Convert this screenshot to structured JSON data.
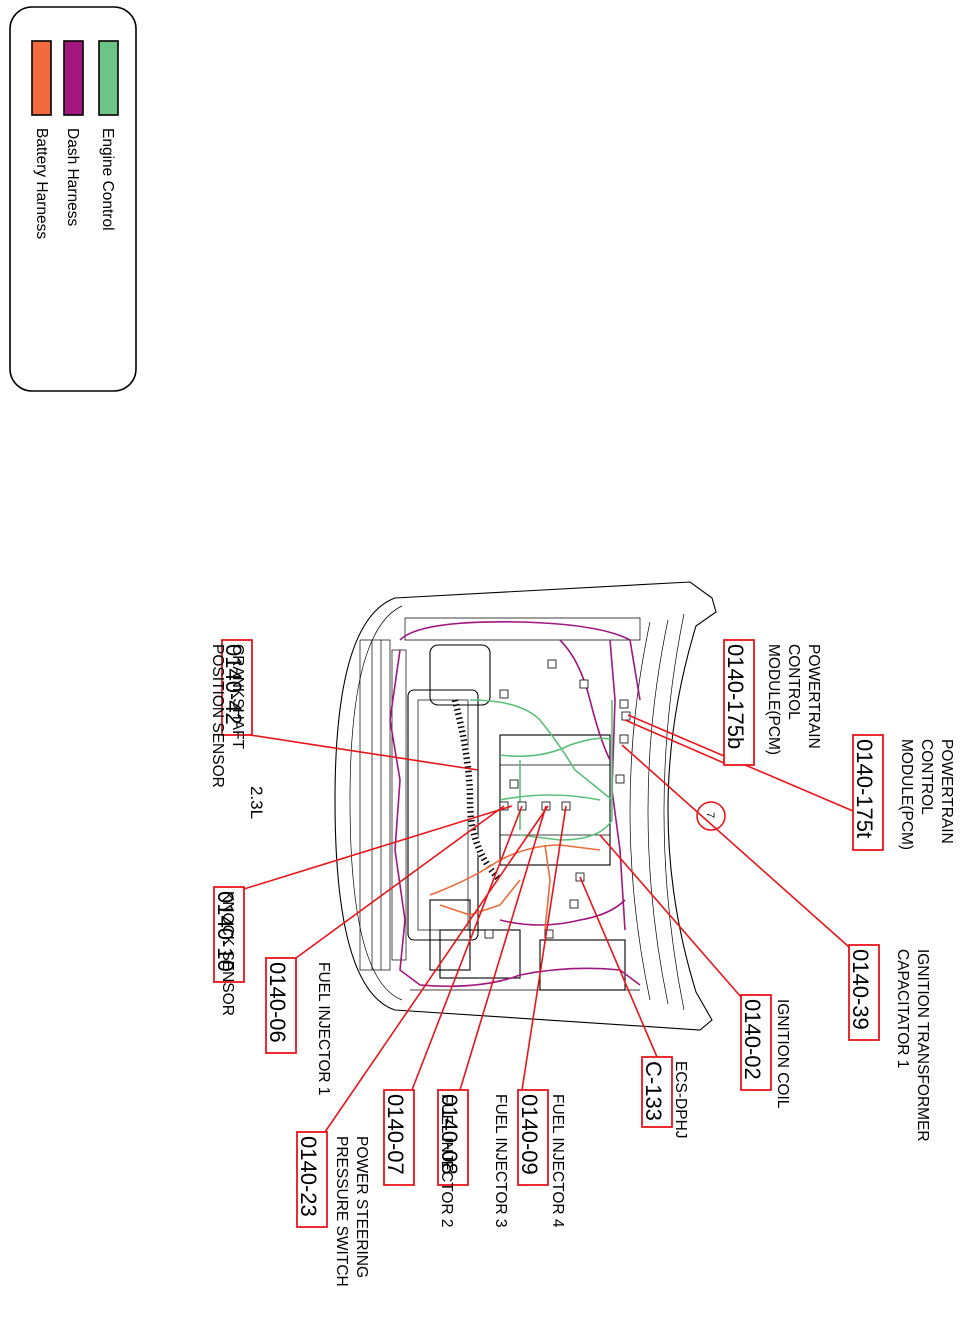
{
  "legend": {
    "items": [
      {
        "label": "Engine Control",
        "color": "#6cc487"
      },
      {
        "label": "Dash Harness",
        "color": "#a3177f"
      },
      {
        "label": "Battery Harness",
        "color": "#f26b3f"
      }
    ]
  },
  "engine_label": "2.3L",
  "circle_marker": "7",
  "callouts": [
    {
      "code": "0140-175t",
      "lines": [
        "POWERTRAIN",
        "CONTROL",
        "MODULE(PCM)"
      ]
    },
    {
      "code": "0140-175b",
      "lines": [
        "POWERTRAIN",
        "CONTROL",
        "MODULE(PCM)"
      ]
    },
    {
      "code": "0140-42",
      "lines": [
        "CRANKSHAFT",
        "POSITION SENSOR"
      ]
    },
    {
      "code": "0140-39",
      "lines": [
        "IGNITION TRANSFORMER",
        "CAPACITATOR 1"
      ]
    },
    {
      "code": "0140-02",
      "lines": [
        "IGNITION COIL"
      ]
    },
    {
      "code": "C-133",
      "lines": [
        "ECS-DPHJ"
      ]
    },
    {
      "code": "0140-09",
      "lines": [
        "FUEL INJECTOR 4"
      ]
    },
    {
      "code": "0140-08",
      "lines": [
        "FUEL INJECTOR 3"
      ]
    },
    {
      "code": "0140-07",
      "lines": [
        "FUEL INJECTOR 2"
      ]
    },
    {
      "code": "0140-23",
      "lines": [
        "POWER STEERING",
        "PRESSURE SWITCH"
      ]
    },
    {
      "code": "0140-06",
      "lines": [
        "FUEL INJECTOR  1"
      ]
    },
    {
      "code": "0140-10",
      "lines": [
        "KNOCK SENSOR"
      ]
    }
  ]
}
